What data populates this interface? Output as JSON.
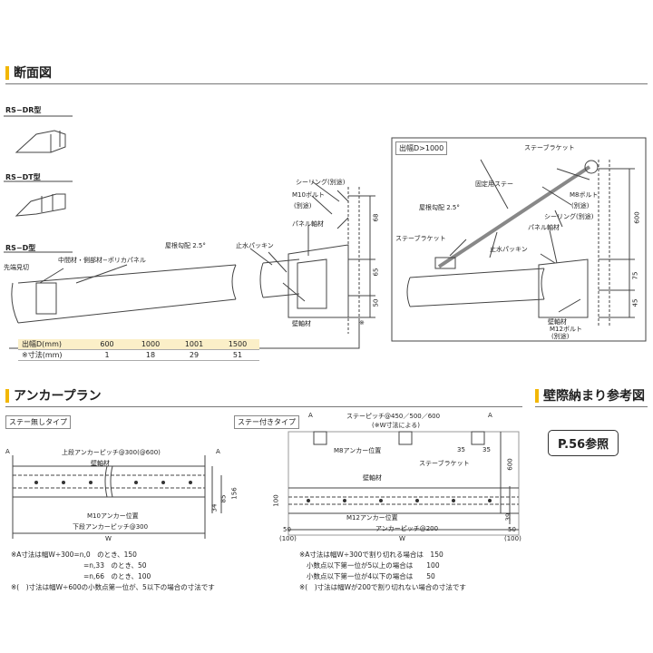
{
  "sections": {
    "cross_section": "断面図",
    "anchor_plan": "アンカープラン",
    "wall_reference": "壁際納まり参考図"
  },
  "types": {
    "dr": "RS−DR型",
    "dt": "RS−DT型",
    "d": "RS−D型"
  },
  "section_labels": {
    "tip": "先端見切",
    "panel": "中間材・側部材−ポリカパネル",
    "slope": "屋根勾配 2.5°",
    "sealing": "シーリング(別途)",
    "bolt_m10": "M10ボルト",
    "bolt_m10_note": "(別途)",
    "panel_axis": "パネル軸材",
    "water_stop": "止水パッキン",
    "wall_axis": "壁軸材",
    "star": "※",
    "dim_68": "68",
    "dim_65": "65",
    "dim_50": "50"
  },
  "dim_table": {
    "head_label": "出幅D(mm)",
    "row_label": "※寸法(mm)",
    "columns": [
      "600",
      "1000",
      "1001",
      "1500"
    ],
    "values": [
      "1",
      "18",
      "29",
      "51"
    ]
  },
  "detail": {
    "title": "出幅D>1000",
    "stay_bracket": "ステーブラケット",
    "fixed_stay": "固定用ステー",
    "m8_bolt": "M8ボルト",
    "m8_note": "(別途)",
    "slope": "屋根勾配 2.5°",
    "sealing": "シーリング(別途)",
    "panel_axis": "パネル軸材",
    "stay_bracket2": "ステーブラケット",
    "water_stop": "止水パッキン",
    "wall_axis": "壁軸材",
    "m12_bolt": "M12ボルト",
    "m12_note": "(別途)",
    "dim_600": "600",
    "dim_75": "75",
    "dim_45": "45"
  },
  "anchor_left": {
    "title": "ステー無しタイプ",
    "a_left": "A",
    "a_right": "A",
    "upper_pitch": "上段アンカーピッチ@300(@600)",
    "wall_axis": "壁軸材",
    "m10": "M10アンカー位置",
    "lower_pitch": "下段アンカーピッチ@300",
    "w": "W",
    "d34": "34",
    "d85": "85",
    "d156": "156"
  },
  "anchor_right": {
    "title": "ステー付きタイプ",
    "a_left": "A",
    "a_right": "A",
    "stay_pitch": "ステーピッチ@450／500／600",
    "w_note": "(※W寸法による)",
    "m8": "M8アンカー位置",
    "stay_bracket": "ステーブラケット",
    "wall_axis": "壁軸材",
    "m12": "M12アンカー位置",
    "anchor_pitch": "アンカーピッチ@200",
    "d35a": "35",
    "d35b": "35",
    "d600": "600",
    "d100": "100",
    "d39": "39",
    "d50l": "50",
    "d100l": "(100)",
    "d50r": "50",
    "d100r": "(100)",
    "w": "W"
  },
  "notes_left": [
    "※A寸法は幅W÷300=n,0　のとき、150",
    "=n,33　のとき、50",
    "=n,66　のとき、100",
    "※(　)寸法は幅W÷600の小数点第一位が、5以下の場合の寸法です"
  ],
  "notes_right": [
    "※A寸法は幅W÷300で割り切れる場合は　150",
    "小数点以下第一位が5以上の場合は　　100",
    "小数点以下第一位が4以下の場合は　　50",
    "※(　)寸法は幅Wが200で割り切れない場合の寸法です"
  ],
  "reference": "P.56参照",
  "colors": {
    "accent": "#f2b705",
    "table_head": "#fbefc8",
    "line": "#444444"
  }
}
